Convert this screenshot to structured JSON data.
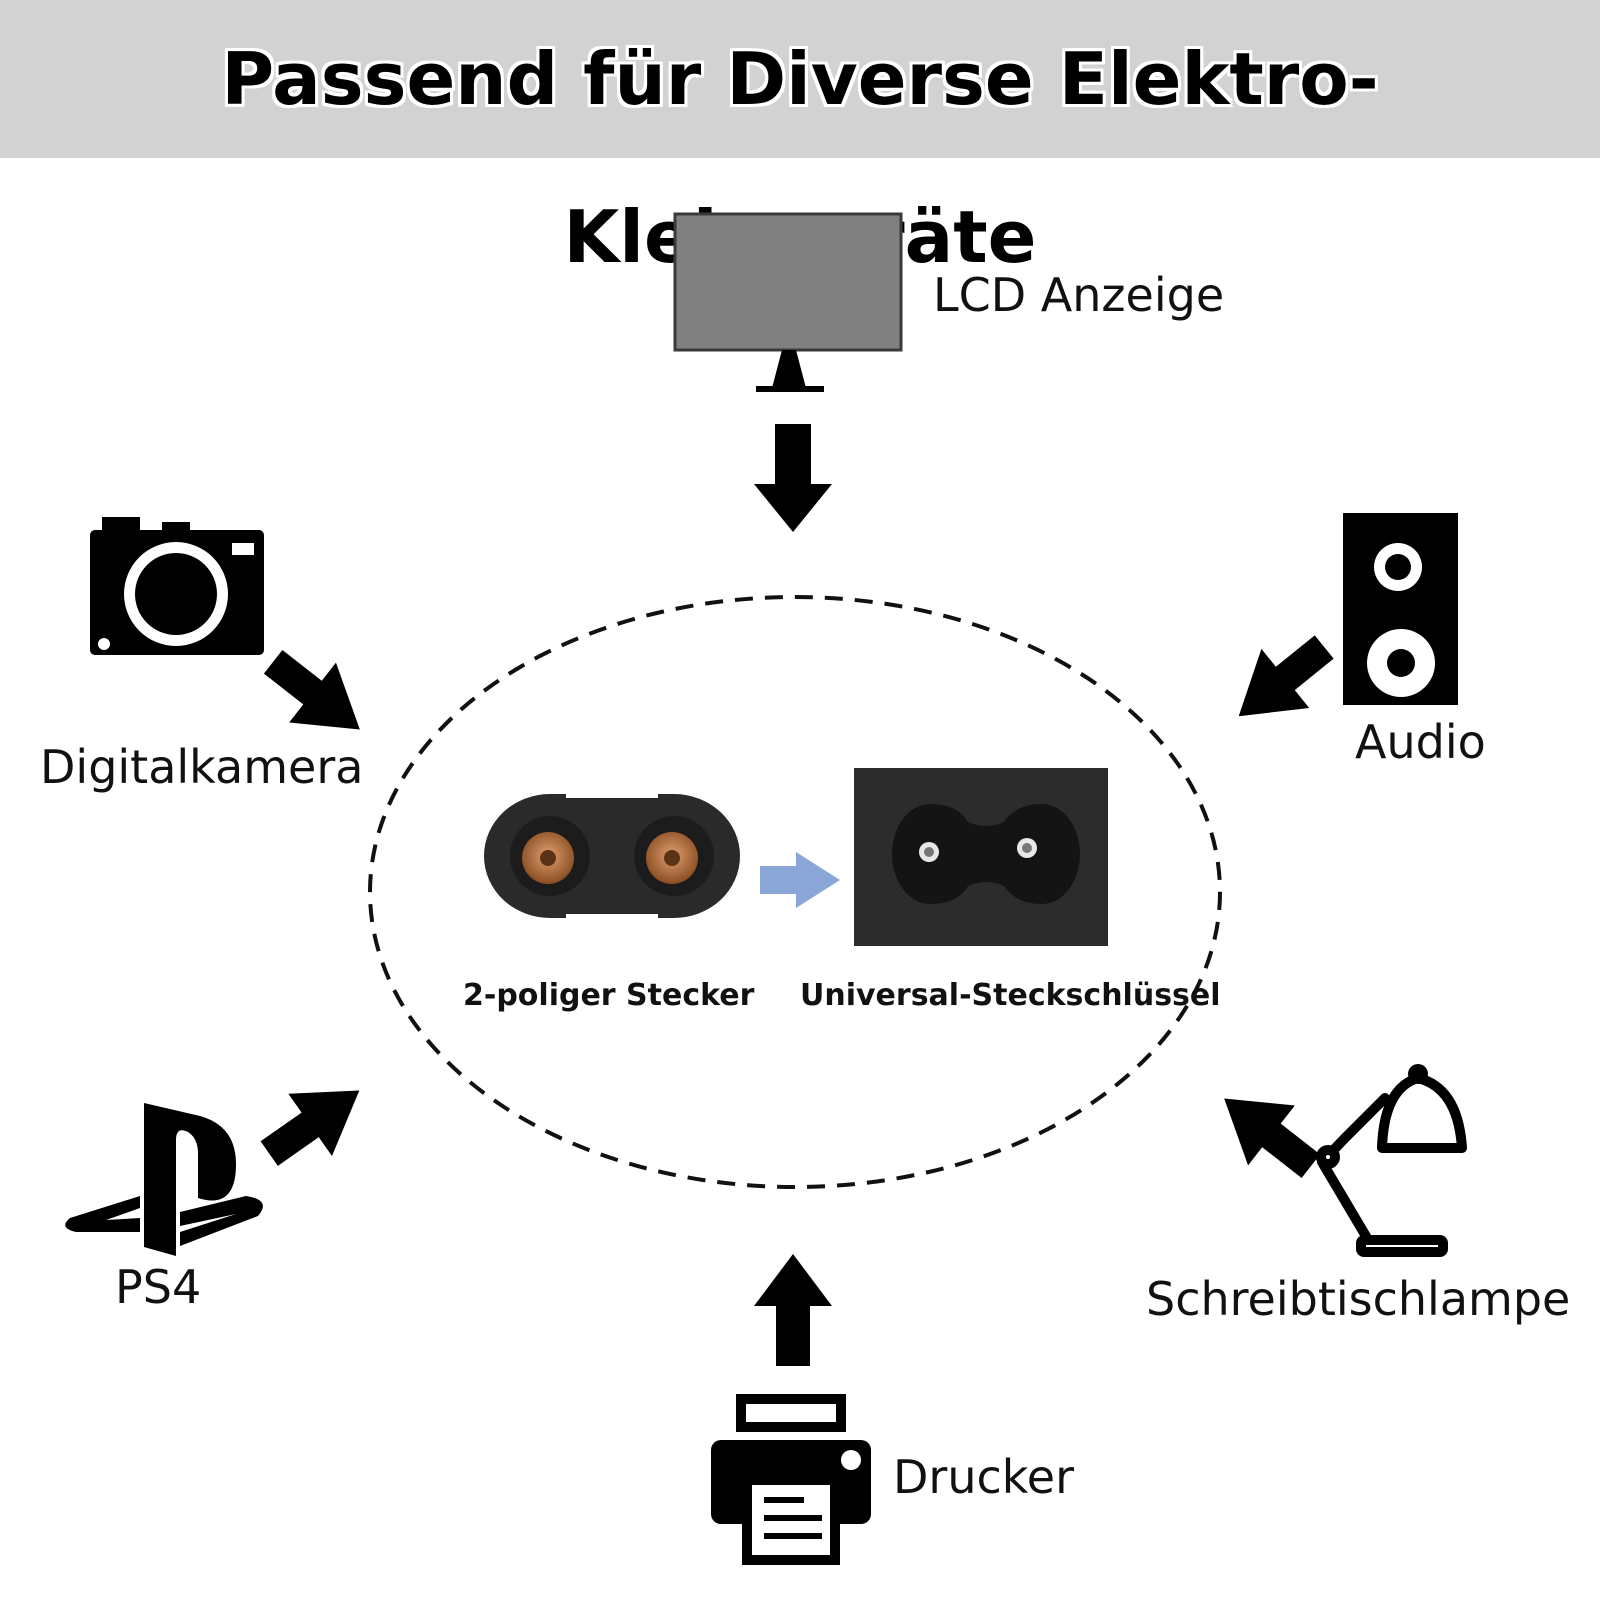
{
  "title": "Passend für Diverse Elektro-Kleingeräte",
  "colors": {
    "header_bg": "#d2d2d2",
    "icon": "#000000",
    "monitor_screen": "#808080",
    "plug_body": "#2a2a2a",
    "plug_contact": "#b8743e",
    "center_arrow": "#8aa6d6"
  },
  "devices": {
    "lcd": {
      "label": "LCD Anzeige",
      "icon": "monitor-icon"
    },
    "camera": {
      "label": "Digitalkamera",
      "icon": "camera-icon"
    },
    "audio": {
      "label": "Audio",
      "icon": "speaker-icon"
    },
    "ps4": {
      "label": "PS4",
      "icon": "playstation-logo-icon"
    },
    "lamp": {
      "label": "Schreibtischlampe",
      "icon": "desk-lamp-icon"
    },
    "printer": {
      "label": "Drucker",
      "icon": "printer-icon"
    }
  },
  "center": {
    "plug_label": "2-poliger Stecker",
    "socket_label": "Universal-Steckschlüssel"
  }
}
